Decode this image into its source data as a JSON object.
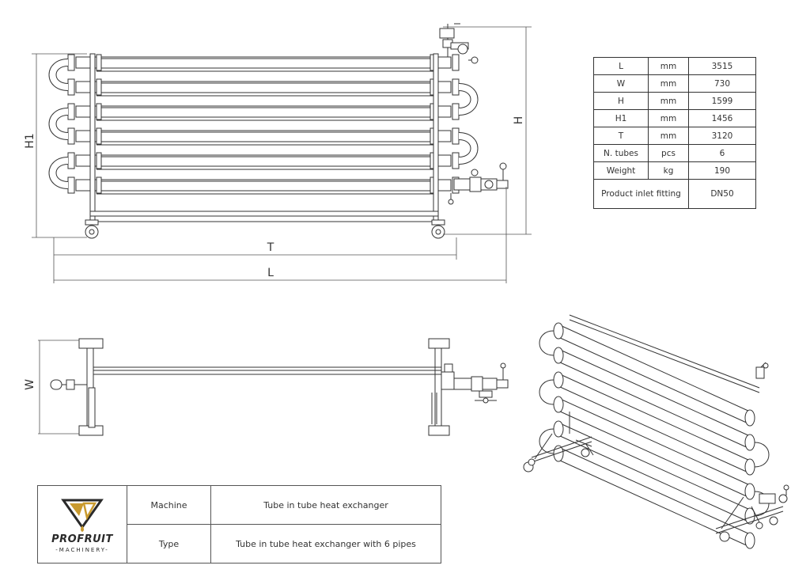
{
  "dimensions": {
    "h1": "H1",
    "h": "H",
    "t": "T",
    "l": "L",
    "w": "W"
  },
  "specs": [
    {
      "param": "L",
      "unit": "mm",
      "value": "3515"
    },
    {
      "param": "W",
      "unit": "mm",
      "value": "730"
    },
    {
      "param": "H",
      "unit": "mm",
      "value": "1599"
    },
    {
      "param": "H1",
      "unit": "mm",
      "value": "1456"
    },
    {
      "param": "T",
      "unit": "mm",
      "value": "3120"
    },
    {
      "param": "N. tubes",
      "unit": "pcs",
      "value": "6"
    },
    {
      "param": "Weight",
      "unit": "kg",
      "value": "190"
    },
    {
      "param": "Product inlet fitting",
      "unit": "",
      "value": "DN50"
    }
  ],
  "title_block": {
    "brand": "PROFRUIT",
    "brand_sub": "-MACHINERY-",
    "rows": [
      {
        "label": "Machine",
        "value": "Tube in tube heat exchanger"
      },
      {
        "label": "Type",
        "value": "Tube in tube heat exchanger with 6 pipes"
      }
    ]
  },
  "colors": {
    "line": "#333333",
    "logo_gold": "#c99a2e",
    "logo_dark": "#2a2a2a"
  }
}
